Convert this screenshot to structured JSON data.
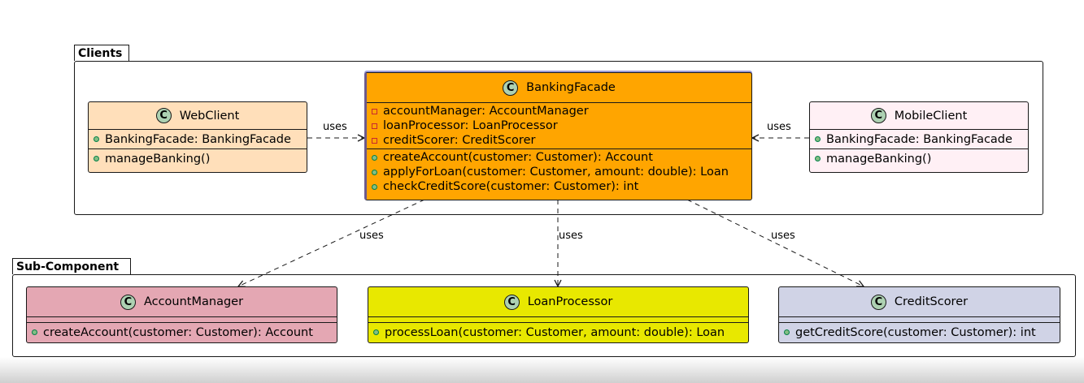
{
  "packages": {
    "clients": {
      "label": "Clients"
    },
    "sub_component": {
      "label": "Sub-Component"
    }
  },
  "classes": {
    "web_client": {
      "name": "WebClient",
      "badge": "C",
      "color": "#ffdfba",
      "fields": [
        {
          "vis": "public",
          "text": "BankingFacade: BankingFacade"
        }
      ],
      "methods": [
        {
          "vis": "public",
          "text": "manageBanking()"
        }
      ]
    },
    "banking_facade": {
      "name": "BankingFacade",
      "badge": "C",
      "color": "#ffa500",
      "fields": [
        {
          "vis": "private",
          "text": "accountManager: AccountManager"
        },
        {
          "vis": "private",
          "text": "loanProcessor: LoanProcessor"
        },
        {
          "vis": "private",
          "text": "creditScorer: CreditScorer"
        }
      ],
      "methods": [
        {
          "vis": "public",
          "text": "createAccount(customer: Customer): Account"
        },
        {
          "vis": "public",
          "text": "applyForLoan(customer: Customer, amount: double): Loan"
        },
        {
          "vis": "public",
          "text": "checkCreditScore(customer: Customer): int"
        }
      ]
    },
    "mobile_client": {
      "name": "MobileClient",
      "badge": "C",
      "color": "#fff0f5",
      "fields": [
        {
          "vis": "public",
          "text": "BankingFacade: BankingFacade"
        }
      ],
      "methods": [
        {
          "vis": "public",
          "text": "manageBanking()"
        }
      ]
    },
    "account_manager": {
      "name": "AccountManager",
      "badge": "C",
      "color": "#e4a7b3",
      "methods": [
        {
          "vis": "public",
          "text": "createAccount(customer: Customer): Account"
        }
      ]
    },
    "loan_processor": {
      "name": "LoanProcessor",
      "badge": "C",
      "color": "#e8e800",
      "methods": [
        {
          "vis": "public",
          "text": "processLoan(customer: Customer, amount: double): Loan"
        }
      ]
    },
    "credit_scorer": {
      "name": "CreditScorer",
      "badge": "C",
      "color": "#d0d3e6",
      "methods": [
        {
          "vis": "public",
          "text": "getCreditScore(customer: Customer): int"
        }
      ]
    }
  },
  "edges": {
    "web_to_facade": "uses",
    "mobile_to_facade": "uses",
    "facade_to_account": "uses",
    "facade_to_loan": "uses",
    "facade_to_credit": "uses"
  }
}
